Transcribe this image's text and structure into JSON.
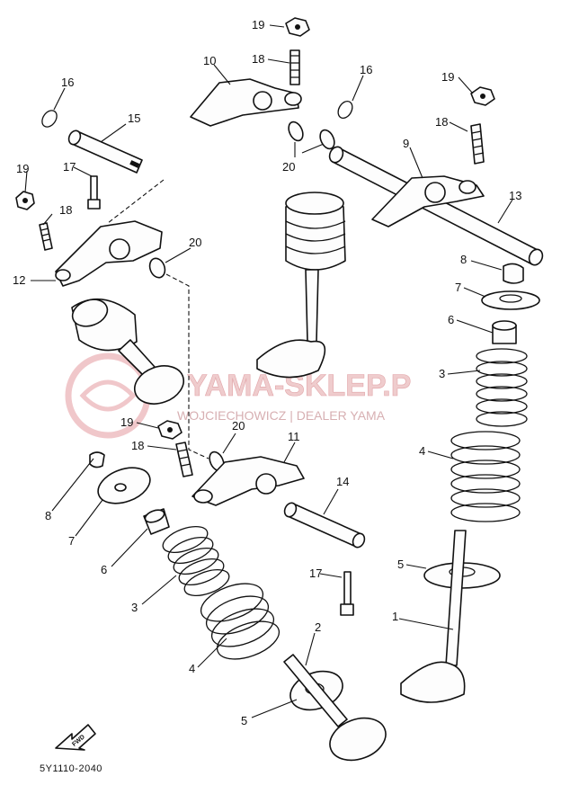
{
  "diagram": {
    "catalog_code": "5Y1110-2040",
    "watermark": {
      "brand": "YAMA-SKLEP.P",
      "tagline": "WOJCIECHOWICZ | DEALER YAMA"
    },
    "front_arrow_label": "FWD",
    "callouts": [
      {
        "id": "c-19a",
        "text": "19"
      },
      {
        "id": "c-18a",
        "text": "18"
      },
      {
        "id": "c-10",
        "text": "10"
      },
      {
        "id": "c-16a",
        "text": "16"
      },
      {
        "id": "c-16b",
        "text": "16"
      },
      {
        "id": "c-19b",
        "text": "19"
      },
      {
        "id": "c-15",
        "text": "15"
      },
      {
        "id": "c-18b",
        "text": "18"
      },
      {
        "id": "c-19c",
        "text": "19"
      },
      {
        "id": "c-17a",
        "text": "17"
      },
      {
        "id": "c-20a",
        "text": "20"
      },
      {
        "id": "c-9",
        "text": "9"
      },
      {
        "id": "c-13",
        "text": "13"
      },
      {
        "id": "c-18c",
        "text": "18"
      },
      {
        "id": "c-20b",
        "text": "20"
      },
      {
        "id": "c-12",
        "text": "12"
      },
      {
        "id": "c-8a",
        "text": "8"
      },
      {
        "id": "c-7a",
        "text": "7"
      },
      {
        "id": "c-6a",
        "text": "6"
      },
      {
        "id": "c-3a",
        "text": "3"
      },
      {
        "id": "c-19d",
        "text": "19"
      },
      {
        "id": "c-20c",
        "text": "20"
      },
      {
        "id": "c-11",
        "text": "11"
      },
      {
        "id": "c-18d",
        "text": "18"
      },
      {
        "id": "c-4a",
        "text": "4"
      },
      {
        "id": "c-14",
        "text": "14"
      },
      {
        "id": "c-8b",
        "text": "8"
      },
      {
        "id": "c-7b",
        "text": "7"
      },
      {
        "id": "c-5a",
        "text": "5"
      },
      {
        "id": "c-6b",
        "text": "6"
      },
      {
        "id": "c-17b",
        "text": "17"
      },
      {
        "id": "c-1",
        "text": "1"
      },
      {
        "id": "c-3b",
        "text": "3"
      },
      {
        "id": "c-2",
        "text": "2"
      },
      {
        "id": "c-4b",
        "text": "4"
      },
      {
        "id": "c-5b",
        "text": "5"
      }
    ]
  }
}
